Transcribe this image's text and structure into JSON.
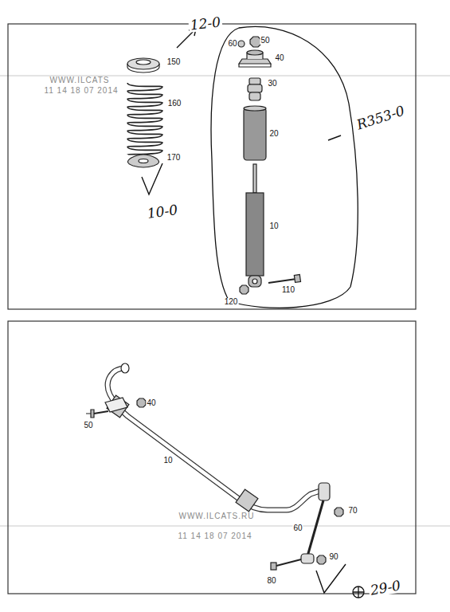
{
  "diagram": {
    "labels": [
      "12-0",
      "60",
      "50",
      "40",
      "150",
      "WWW.ILCATS",
      "11 14 18 07 2014",
      "30",
      "R353-0",
      "160",
      "20",
      "170",
      "10-0",
      "10",
      "110",
      "120",
      "40",
      "50",
      "10",
      "WWW.ILCATS.RU",
      "11 14 18 07 2014",
      "70",
      "60",
      "90",
      "80",
      "29-0"
    ]
  }
}
